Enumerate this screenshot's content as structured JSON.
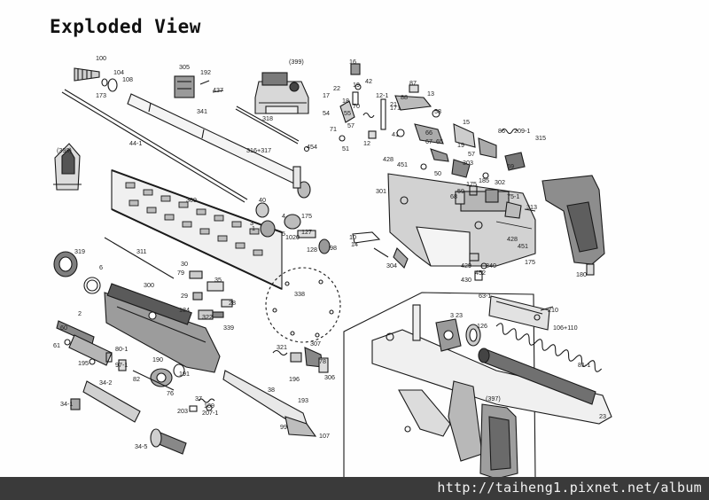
{
  "title": "Exploded View",
  "watermark": "http://taiheng1.pixnet.net/album",
  "colors": {
    "ink": "#1a1a1a",
    "background": "#fefefe",
    "footer": "#3a3a3a",
    "footer_text": "#f2f2f2"
  },
  "labels": [
    "100",
    "104",
    "108",
    "173",
    "305",
    "192",
    "437",
    "341",
    "(399)",
    "16",
    "42",
    "22",
    "17",
    "18",
    "19",
    "70",
    "54",
    "55",
    "71",
    "57",
    "12",
    "21",
    "51",
    "12-1",
    "88",
    "87",
    "13",
    "58",
    "171",
    "41",
    "66",
    "67",
    "65",
    "19",
    "15",
    "86",
    "209-1",
    "315",
    "57",
    "69",
    "(398)",
    "44-1",
    "318",
    "316+317",
    "454",
    "428",
    "451",
    "301",
    "50",
    "303",
    "175",
    "59",
    "68",
    "185",
    "302",
    "75-1",
    "313",
    "309",
    "40",
    "3",
    "4",
    "5",
    "1",
    "1020",
    "175",
    "127",
    "128",
    "98",
    "10",
    "14",
    "428",
    "451",
    "175",
    "319",
    "311",
    "6",
    "30",
    "79",
    "35",
    "29",
    "28",
    "184",
    "322",
    "300",
    "338",
    "2",
    "339",
    "60",
    "61",
    "80-1",
    "97-1",
    "195",
    "190",
    "82",
    "191",
    "76",
    "37",
    "189",
    "203",
    "207-1",
    "34-2",
    "34-1",
    "34-5",
    "321",
    "307",
    "196",
    "78",
    "306",
    "38",
    "193",
    "99",
    "107",
    "304",
    "429",
    "452",
    "340",
    "430",
    "180",
    "63-1",
    "3 23",
    "126",
    "210",
    "106+110",
    "81-1",
    "23",
    "(397)"
  ]
}
